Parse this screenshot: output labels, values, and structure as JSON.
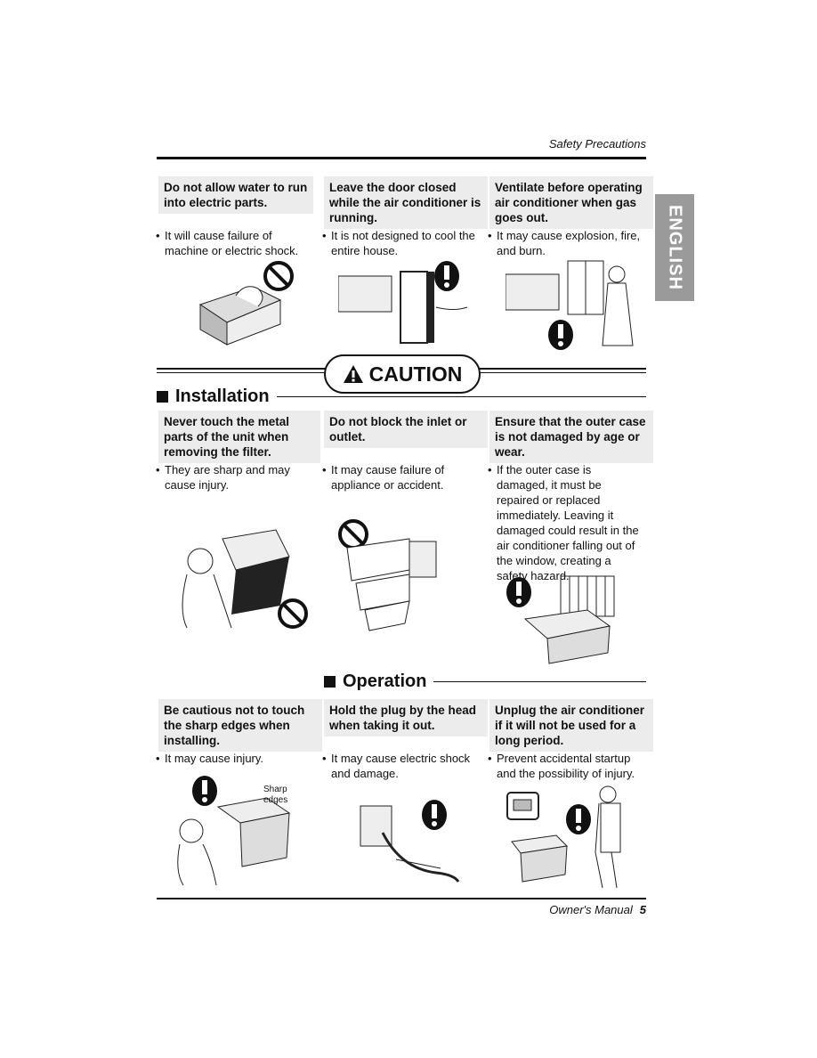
{
  "header": {
    "title": "Safety Precautions"
  },
  "language_tab": "ENGLISH",
  "top_items": [
    {
      "heading": "Do not allow water to run into electric parts.",
      "bullet": "It will cause failure of machine or  electric shock."
    },
    {
      "heading": "Leave the door closed while the air conditioner is running.",
      "bullet": "It is not designed to cool the entire house."
    },
    {
      "heading": "Ventilate before operating air conditioner when gas goes out.",
      "bullet": "It may cause explosion, fire, and burn."
    }
  ],
  "caution": {
    "label": "CAUTION"
  },
  "installation": {
    "title": "Installation",
    "items": [
      {
        "heading": "Never touch the metal parts of the unit when removing the filter.",
        "bullet": "They are sharp and may cause injury."
      },
      {
        "heading": "Do not block the inlet or outlet.",
        "bullet": "It may cause failure of appliance or accident."
      },
      {
        "heading": "Ensure that the outer case is not damaged by age or wear.",
        "bullet": "If the outer case is damaged, it must be repaired or replaced immediately. Leaving it damaged could result in the air conditioner falling out of the window, creating a safety hazard."
      }
    ]
  },
  "operation": {
    "title": "Operation",
    "items": [
      {
        "heading": "Be cautious not to touch the sharp edges when installing.",
        "bullet": "It may cause injury.",
        "label": "Sharp edges"
      },
      {
        "heading": "Hold the plug by the head when taking it out.",
        "bullet": "It may cause electric shock and damage."
      },
      {
        "heading": "Unplug the air conditioner if it will not be used for a long period.",
        "bullet": "Prevent accidental startup and the possibility of injury."
      }
    ]
  },
  "footer": {
    "text": "Owner's Manual",
    "page": "5"
  }
}
